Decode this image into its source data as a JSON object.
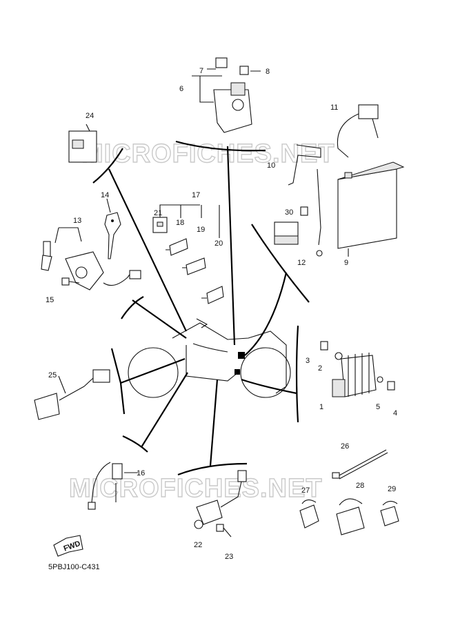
{
  "watermark": "MICROFICHES.NET",
  "diagram_code": "5PBJ100-C431",
  "fwd_label": "FWD",
  "callouts": {
    "c1": "1",
    "c2": "2",
    "c3": "3",
    "c4": "4",
    "c5": "5",
    "c6": "6",
    "c7": "7",
    "c8": "8",
    "c9": "9",
    "c10": "10",
    "c11": "11",
    "c12": "12",
    "c13": "13",
    "c14": "14",
    "c15": "15",
    "c16": "16",
    "c17": "17",
    "c18": "18",
    "c19": "19",
    "c20": "20",
    "c21": "21",
    "c22": "22",
    "c23": "23",
    "c24": "24",
    "c25": "25",
    "c26": "26",
    "c27": "27",
    "c28": "28",
    "c29": "29",
    "c30": "30"
  }
}
